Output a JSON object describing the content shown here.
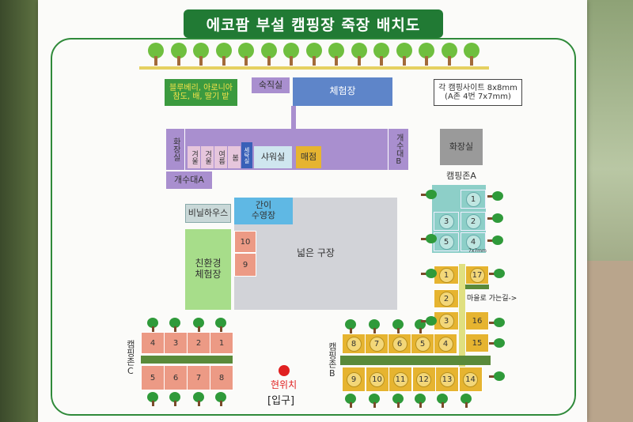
{
  "title": "에코팜 부설 캠핑장 죽장 배치도",
  "info": {
    "line1": "각 캠핑사이트 8x8mm",
    "line2": "(A존 4번 7x7mm)"
  },
  "buildings": {
    "farm_line1": "블루베리, 아로니아",
    "farm_line2": "참도, 배, 딸기 밭",
    "dorm": "숙직실",
    "experience": "체험장",
    "restroom_left": "화장실",
    "winter1": "겨울",
    "winter2": "겨울",
    "summer": "여름",
    "spring": "봄",
    "laundry": "세탁실",
    "shower": "샤워실",
    "shop": "매점",
    "sink_a": "개수대A",
    "sink_b": "개수대B",
    "restroom_right": "화장실",
    "greenhouse": "비닐하우스",
    "pool_line1": "간이",
    "pool_line2": "수영장",
    "eco_line1": "친환경",
    "eco_line2": "체험장",
    "field": "넓은 구장"
  },
  "zones": {
    "a_label": "캠핑존A",
    "a_sites": [
      "1",
      "2",
      "3",
      "4",
      "5"
    ],
    "a_note": "7x7mm",
    "b_label": "캠핑존B",
    "b_sites": [
      "1",
      "2",
      "3",
      "4",
      "5",
      "6",
      "7",
      "8",
      "9",
      "10",
      "11",
      "12",
      "13",
      "14",
      "15",
      "16",
      "17"
    ],
    "c_label": "캠핑존C",
    "c_sites": [
      "1",
      "2",
      "3",
      "4",
      "5",
      "6",
      "7",
      "8"
    ],
    "small_sites": [
      "10",
      "9"
    ]
  },
  "road_label": "마을로 가는길->",
  "current_location": "현위치",
  "entrance": "[입구]",
  "colors": {
    "title_bg": "#217a34",
    "frame": "#2f8a3a",
    "zone_a": "#8dcfc8",
    "zone_b": "#e6b430",
    "zone_c": "#ec9a85",
    "purple": "#a98fcf",
    "blue": "#5e85c9",
    "marker": "#e02020"
  }
}
